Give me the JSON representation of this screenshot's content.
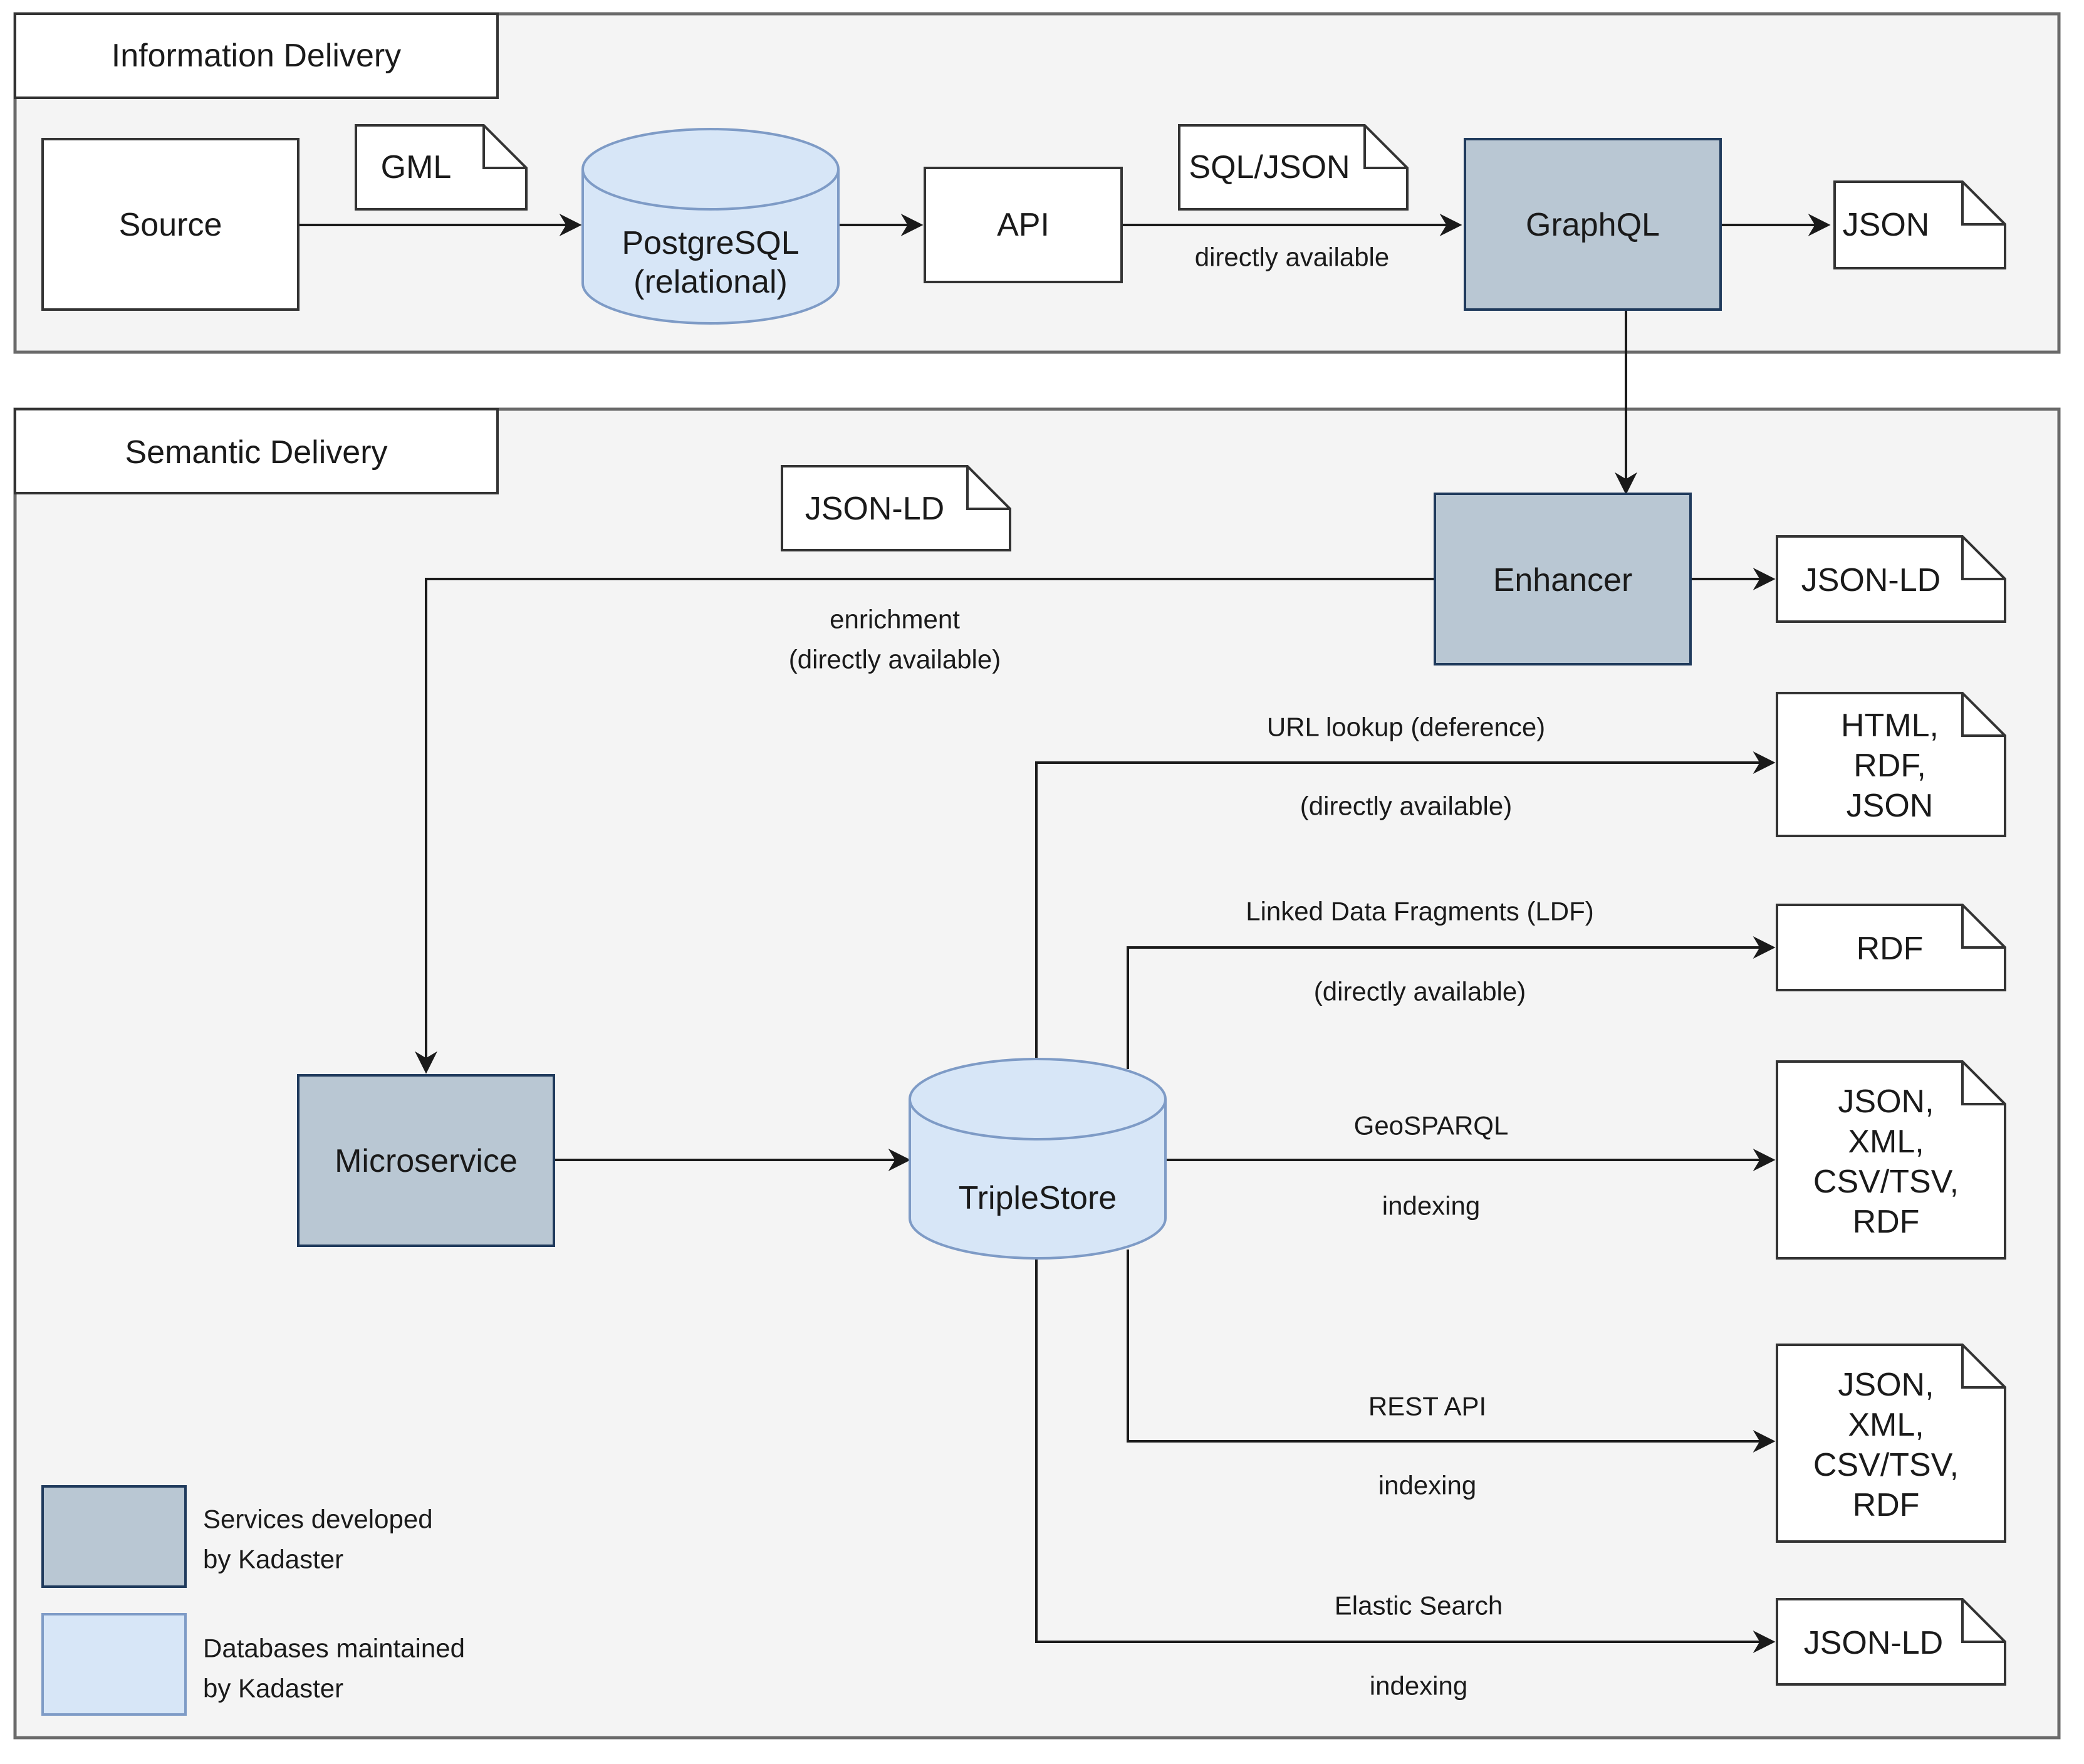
{
  "sections": {
    "information": {
      "title": "Information Delivery"
    },
    "semantic": {
      "title": "Semantic Delivery"
    }
  },
  "nodes": {
    "source": "Source",
    "postgres": [
      "PostgreSQL",
      "(relational)"
    ],
    "api": "API",
    "graphql": "GraphQL",
    "enhancer": "Enhancer",
    "microservice": "Microservice",
    "triplestore": "TripleStore"
  },
  "documents": {
    "gml": "GML",
    "sql_json": "SQL/JSON",
    "graphql_out": "JSON",
    "jsonld_enrich": "JSON-LD",
    "enhancer_out": "JSON-LD",
    "url_out": [
      "HTML,",
      "RDF,",
      "JSON"
    ],
    "ldf_out": "RDF",
    "geosparql_out": [
      "JSON,",
      "XML,",
      "CSV/TSV,",
      "RDF"
    ],
    "rest_out": [
      "JSON,",
      "XML,",
      "CSV/TSV,",
      "RDF"
    ],
    "elastic_out": "JSON-LD"
  },
  "edge_labels": {
    "api_graphql": "directly available",
    "enrichment": [
      "enrichment",
      "(directly available)"
    ],
    "url_lookup": [
      "URL lookup (deference)",
      "(directly available)"
    ],
    "ldf": [
      "Linked Data Fragments (LDF)",
      "(directly available)"
    ],
    "geosparql": [
      "GeoSPARQL",
      "indexing"
    ],
    "rest": [
      "REST API",
      "indexing"
    ],
    "elastic": [
      "Elastic Search",
      "indexing"
    ]
  },
  "legend": {
    "services": [
      "Services developed",
      "by Kadaster"
    ],
    "databases": [
      "Databases maintained",
      "by Kadaster"
    ]
  },
  "colors": {
    "panel_bg": "#f4f4f4",
    "panel_border": "#6a6a6a",
    "service_fill": "#b9c7d3",
    "service_border": "#1f3a5c",
    "database_fill": "#d7e6f7",
    "database_border": "#7e9bc6",
    "line": "#1a1a1a"
  }
}
